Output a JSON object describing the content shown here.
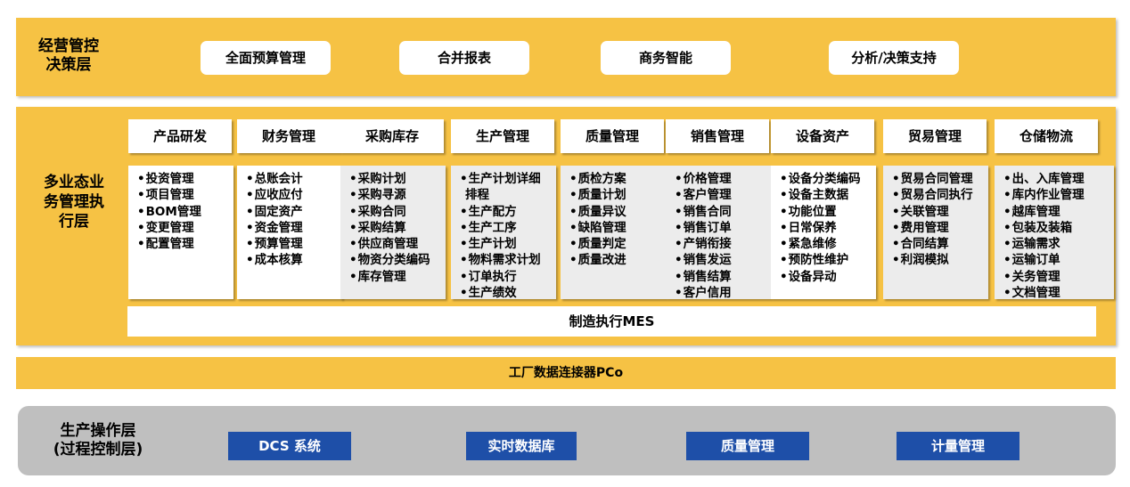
{
  "top": {
    "label": "经营管控\n决策层",
    "items": [
      "全面预算管理",
      "合并报表",
      "商务智能",
      "分析/决策支持"
    ]
  },
  "mid": {
    "label": "多业态业\n务管理执\n行层",
    "columns": [
      {
        "title": "产品研发",
        "items": [
          "投资管理",
          "项目管理",
          "BOM管理",
          "变更管理",
          "配置管理"
        ]
      },
      {
        "title": "财务管理",
        "items": [
          "总账会计",
          "应收应付",
          "固定资产",
          "资金管理",
          "预算管理",
          "成本核算"
        ]
      },
      {
        "title": "采购库存",
        "items": [
          "采购计划",
          "采购寻源",
          "采购合同",
          "采购结算",
          "供应商管理",
          "物资分类编码",
          "库存管理"
        ]
      },
      {
        "title": "生产管理",
        "items": [
          "生产计划详细",
          "排程",
          "生产配方",
          "生产工序",
          "生产计划",
          "物料需求计划",
          "订单执行",
          "生产绩效"
        ]
      },
      {
        "title": "质量管理",
        "items": [
          "质检方案",
          "质量计划",
          "质量异议",
          "缺陷管理",
          "质量判定",
          "质量改进"
        ]
      },
      {
        "title": "销售管理",
        "items": [
          "价格管理",
          "客户管理",
          "销售合同",
          "销售订单",
          "产销衔接",
          "销售发运",
          "销售结算",
          "客户信用"
        ]
      },
      {
        "title": "设备资产",
        "items": [
          "设备分类编码",
          "设备主数据",
          "功能位置",
          "日常保养",
          "紧急维修",
          "预防性维护",
          "设备异动"
        ]
      },
      {
        "title": "贸易管理",
        "items": [
          "贸易合同管理",
          "贸易合同执行",
          "关联管理",
          "费用管理",
          "合同结算",
          "利润模拟"
        ]
      },
      {
        "title": "仓储物流",
        "items": [
          "出、入库管理",
          "库内作业管理",
          "越库管理",
          "包装及装箱",
          "运输需求",
          "运输订单",
          "关务管理",
          "文档管理"
        ]
      }
    ],
    "mes": "制造执行MES"
  },
  "pco": "工厂数据连接器PCo",
  "bottom": {
    "label": "生产操作层\n(过程控制层)",
    "items": [
      "DCS 系统",
      "实时数据库",
      "质量管理",
      "计量管理"
    ]
  },
  "colors": {
    "band": "#f6c244",
    "bottom_band": "#bfbfbf",
    "button_blue": "#1e4fa8"
  }
}
